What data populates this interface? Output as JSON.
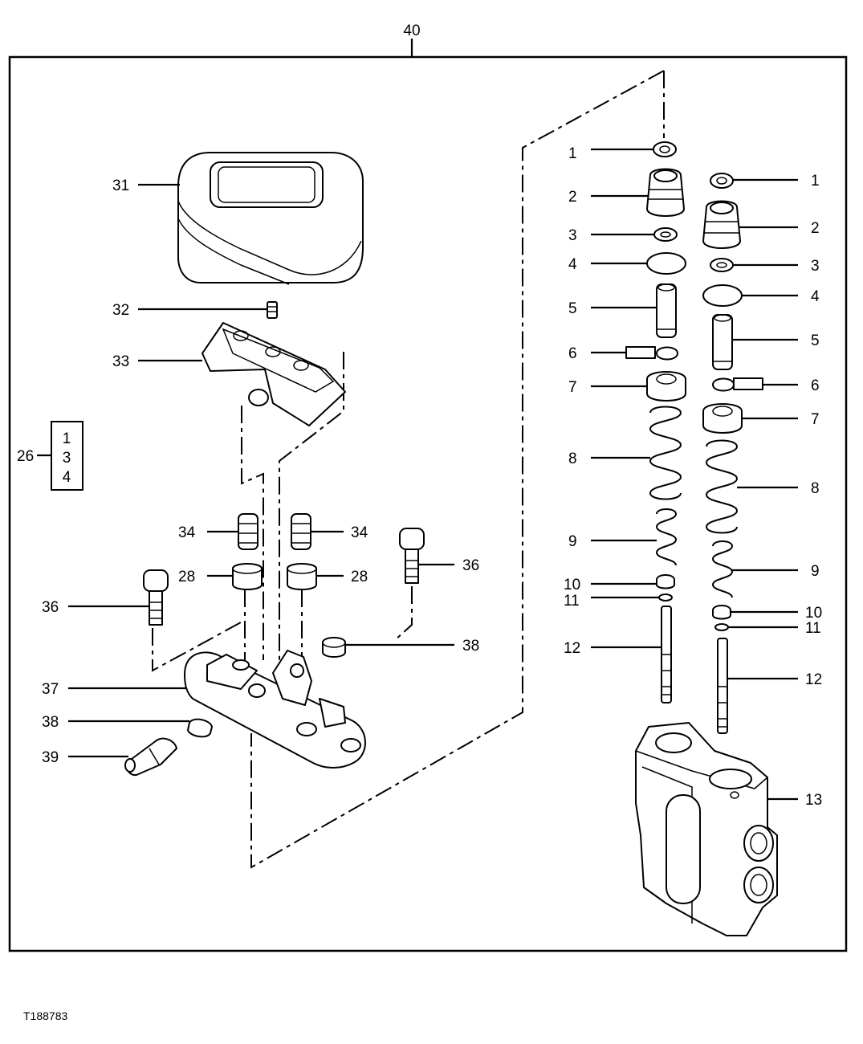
{
  "figure_id": "T188783",
  "callouts": {
    "assembly": "40",
    "kit": "26",
    "kit_items": [
      "1",
      "3",
      "4"
    ],
    "left_column": {
      "c1": "1",
      "c2": "2",
      "c3": "3",
      "c4": "4",
      "c5": "5",
      "c6": "6",
      "c7": "7",
      "c8": "8",
      "c9": "9",
      "c10": "10",
      "c11": "11",
      "c12": "12"
    },
    "right_column": {
      "c1": "1",
      "c2": "2",
      "c3": "3",
      "c4": "4",
      "c5": "5",
      "c6": "6",
      "c7": "7",
      "c8": "8",
      "c9": "9",
      "c10": "10",
      "c11": "11",
      "c12": "12",
      "c13": "13"
    },
    "lever": {
      "boot": "31",
      "set_screw": "32",
      "plate": "33",
      "plug_left": "34",
      "plug_right": "34",
      "bushing_left": "28",
      "bushing_right": "28",
      "screw_left": "36",
      "screw_right": "36",
      "base": "37",
      "pin_upper": "38",
      "pin_lower": "38",
      "shaft": "39"
    }
  }
}
